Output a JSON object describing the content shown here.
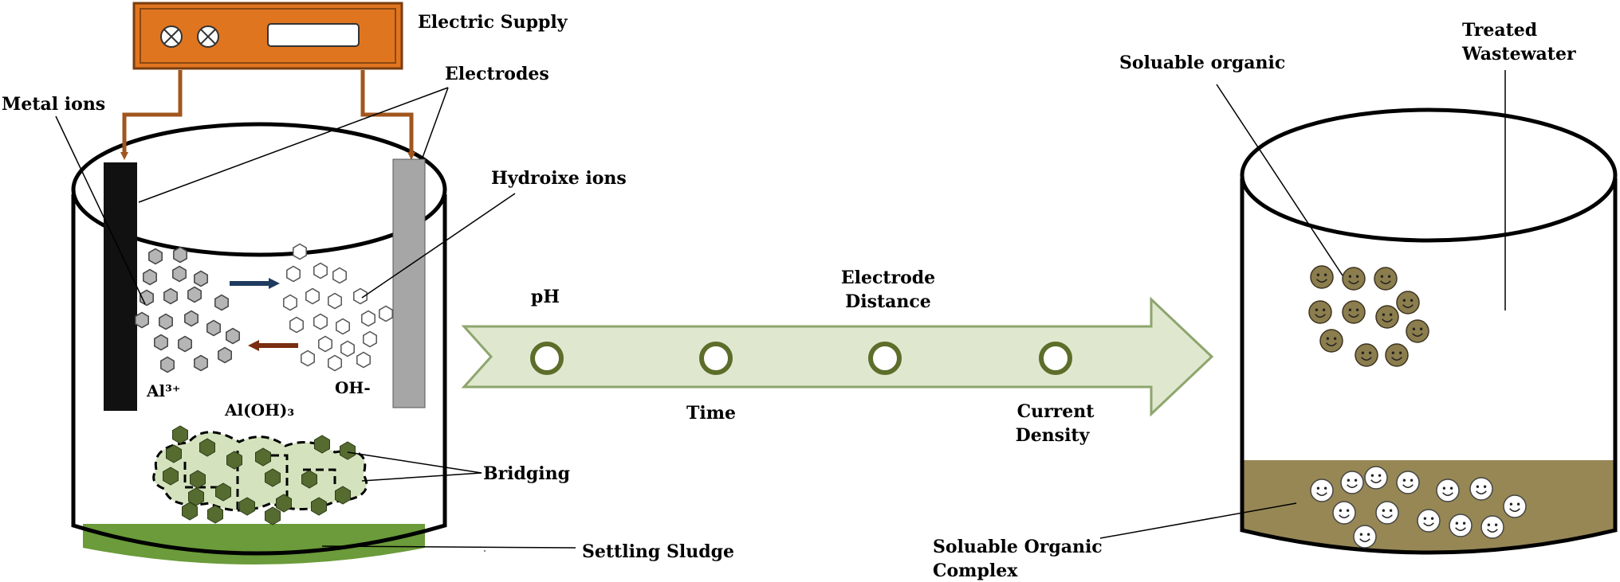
{
  "labels": {
    "electric_supply": "Electric Supply",
    "electrodes": "Electrodes",
    "metal_ions": "Metal ions",
    "hydroxide_ions": "Hydroixe ions",
    "al_ion": "Al³⁺",
    "oh_ion": "OH-",
    "al_oh3": "Al(OH)₃",
    "bridging": "Bridging",
    "settling_sludge": "Settling Sludge",
    "soluable_organic": "Soluable organic",
    "treated_line1": "Treated",
    "treated_line2": "Wastewater",
    "complex_line1": "Soluable Organic",
    "complex_line2": "Complex"
  },
  "process_factors": [
    {
      "label": "pH"
    },
    {
      "label": "Time"
    },
    {
      "label_line1": "Electrode",
      "label_line2": "Distance"
    },
    {
      "label_line1": "Current",
      "label_line2": "Density"
    }
  ],
  "colors": {
    "supply_box": "#e07520",
    "wire": "#a0561e",
    "anode": "#111111",
    "cathode": "#a6a6a6",
    "metal_ion": "#b5b5b5",
    "floc_dark": "#556b2f",
    "floc_light": "#d4e3bd",
    "sludge": "#6b9b3a",
    "arrow_fill": "#dfe8cf",
    "arrow_stroke": "#8ea56d",
    "factor_circle": "#5c6e2a",
    "organic": "#8b7d4d",
    "treated_sludge": "#968755",
    "blue_arrow": "#1f3a5f",
    "brown_arrow": "#7a2d10"
  }
}
